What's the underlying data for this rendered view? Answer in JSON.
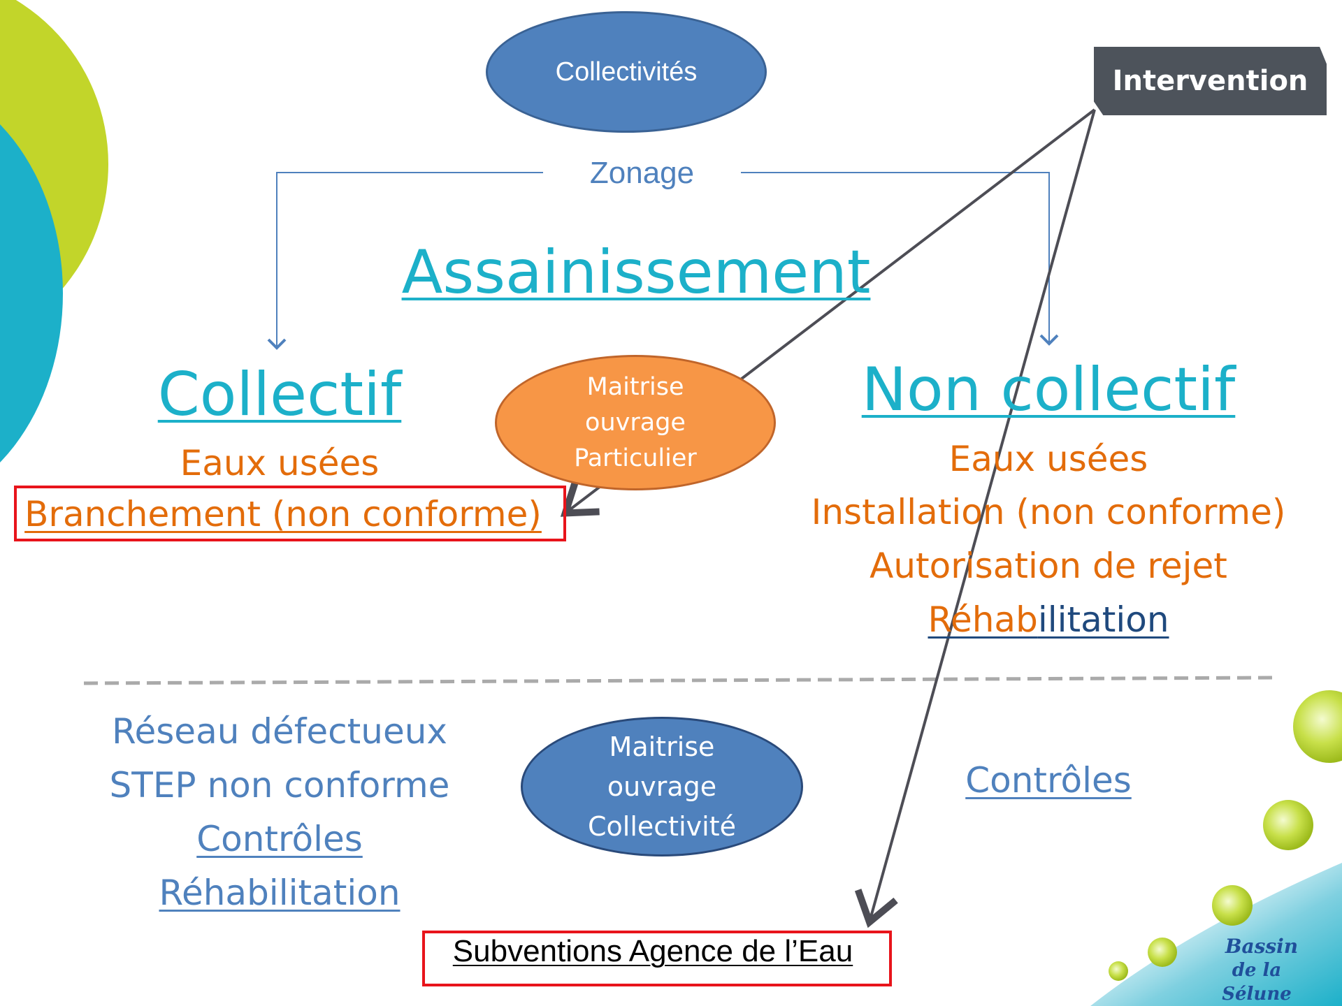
{
  "slide": {
    "top_oval": "Collectivités",
    "intervention_tag": "Intervention",
    "zonage": "Zonage",
    "title": "Assainissement",
    "collectif": {
      "heading": "Collectif",
      "line1": "Eaux usées",
      "line2": "Branchement (non conforme)"
    },
    "oval_particulier": {
      "line1": "Maitrise",
      "line2": "ouvrage",
      "line3": "Particulier"
    },
    "non_collectif": {
      "heading": "Non collectif",
      "line1": "Eaux usées",
      "line2": "Installation (non conforme)",
      "line3": "Autorisation de rejet",
      "line4_part1": "Réhab",
      "line4_part2": "ilitation"
    },
    "collectivite_items": {
      "line1": "Réseau défectueux",
      "line2": "STEP non conforme",
      "line3": "Contrôles",
      "line4": "Réhabilitation"
    },
    "oval_collectivite": {
      "line1": "Maitrise",
      "line2": "ouvrage",
      "line3": "Collectivité"
    },
    "controles_right": "Contrôles",
    "subventions": "Subventions Agence de l’Eau",
    "logo": {
      "line1": "Bassin",
      "line2": "de la Sélune"
    }
  },
  "colors": {
    "lime": "#c2d52a",
    "teal": "#1cb0c9",
    "oval_blue": "#4f81bd",
    "oval_orange": "#f79646",
    "text_orange": "#e36c0a",
    "text_blue": "#4f81bd",
    "tag_dark": "#4d535b",
    "box_red": "#e8141b",
    "arrow_gray": "#4d4d55"
  }
}
